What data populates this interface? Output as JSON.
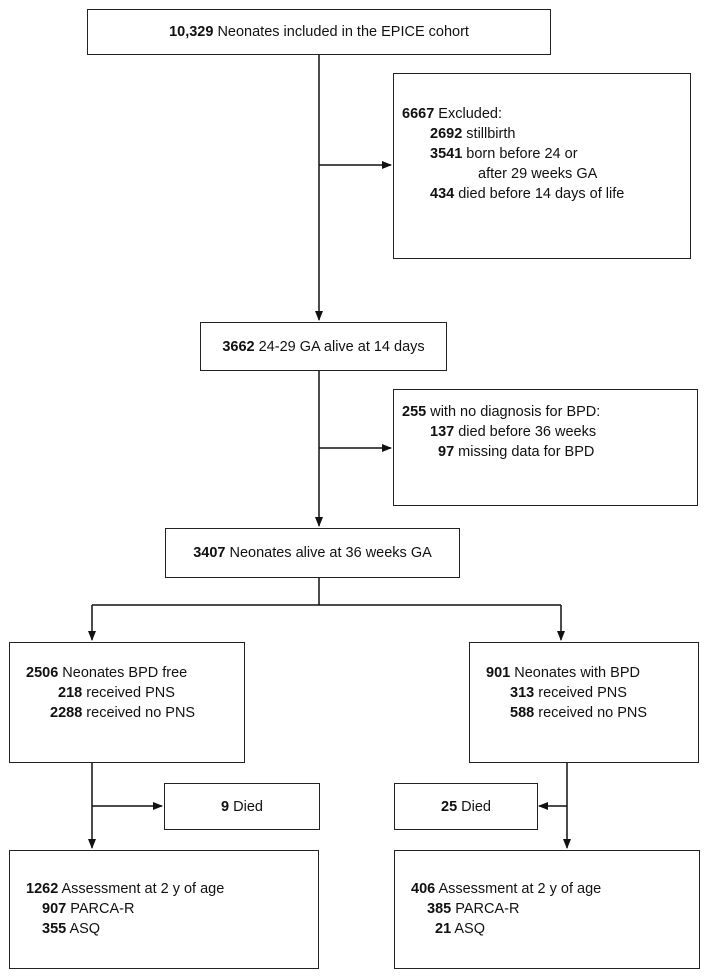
{
  "cohort": {
    "n": "10,329",
    "text": "Neonates included in the EPICE cohort"
  },
  "excluded": {
    "n": "6667",
    "text": "Excluded:",
    "items": [
      {
        "n": "2692",
        "text": "stillbirth"
      },
      {
        "n": "3541",
        "text": "born before 24 or"
      },
      {
        "n": "",
        "text": "after 29 weeks GA"
      },
      {
        "n": "434",
        "text": "died before 14 days of life"
      }
    ]
  },
  "alive14": {
    "n": "3662",
    "text": "24-29 GA alive at 14 days"
  },
  "nodiag": {
    "n": "255",
    "text": "with no diagnosis for BPD:",
    "items": [
      {
        "n": "137",
        "text": "died before 36 weeks"
      },
      {
        "n": "97",
        "text": "missing data for BPD"
      }
    ]
  },
  "alive36": {
    "n": "3407",
    "text": "Neonates alive at 36 weeks GA"
  },
  "bpd_free": {
    "n": "2506",
    "text": "Neonates BPD free",
    "items": [
      {
        "n": "218",
        "text": "received PNS"
      },
      {
        "n": "2288",
        "text": "received no PNS"
      }
    ]
  },
  "bpd": {
    "n": "901",
    "text": "Neonates with BPD",
    "items": [
      {
        "n": "313",
        "text": "received PNS"
      },
      {
        "n": "588",
        "text": "received no PNS"
      }
    ]
  },
  "died_left": {
    "n": "9",
    "text": "Died"
  },
  "died_right": {
    "n": "25",
    "text": "Died"
  },
  "assess_left": {
    "n": "1262",
    "text": "Assessment at 2 y of age",
    "items": [
      {
        "n": "907",
        "text": "PARCA-R"
      },
      {
        "n": "355",
        "text": "ASQ"
      }
    ]
  },
  "assess_right": {
    "n": "406",
    "text": "Assessment at 2 y of age",
    "items": [
      {
        "n": "385",
        "text": "PARCA-R"
      },
      {
        "n": "21",
        "text": "ASQ"
      }
    ]
  }
}
